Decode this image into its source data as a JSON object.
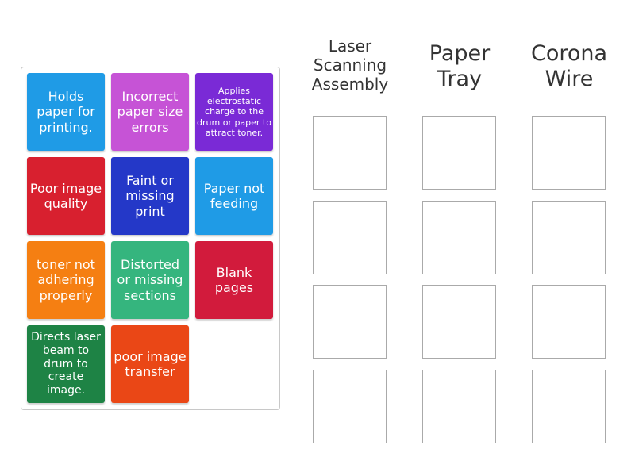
{
  "tiles": [
    {
      "text": "Holds paper for printing.",
      "color": "#1f9be6"
    },
    {
      "text": "Incorrect paper size errors",
      "color": "#c653d6"
    },
    {
      "text": "Applies electrostatic charge to the drum or paper to attract toner.",
      "color": "#7a2ad6"
    },
    {
      "text": "Poor image quality",
      "color": "#d8202f"
    },
    {
      "text": "Faint or missing print",
      "color": "#2438c8"
    },
    {
      "text": "Paper not feeding",
      "color": "#1f9be6"
    },
    {
      "text": "toner not adhering properly",
      "color": "#f57f12"
    },
    {
      "text": "Distorted or missing sections",
      "color": "#35b57e"
    },
    {
      "text": "Blank pages",
      "color": "#d21b3c"
    },
    {
      "text": "Directs laser beam to drum to create image.",
      "color": "#1e8345"
    },
    {
      "text": "poor image transfer",
      "color": "#ea4716"
    }
  ],
  "columns": [
    {
      "title": "Laser Scanning Assembly"
    },
    {
      "title": "Paper Tray"
    },
    {
      "title": "Corona Wire"
    }
  ]
}
